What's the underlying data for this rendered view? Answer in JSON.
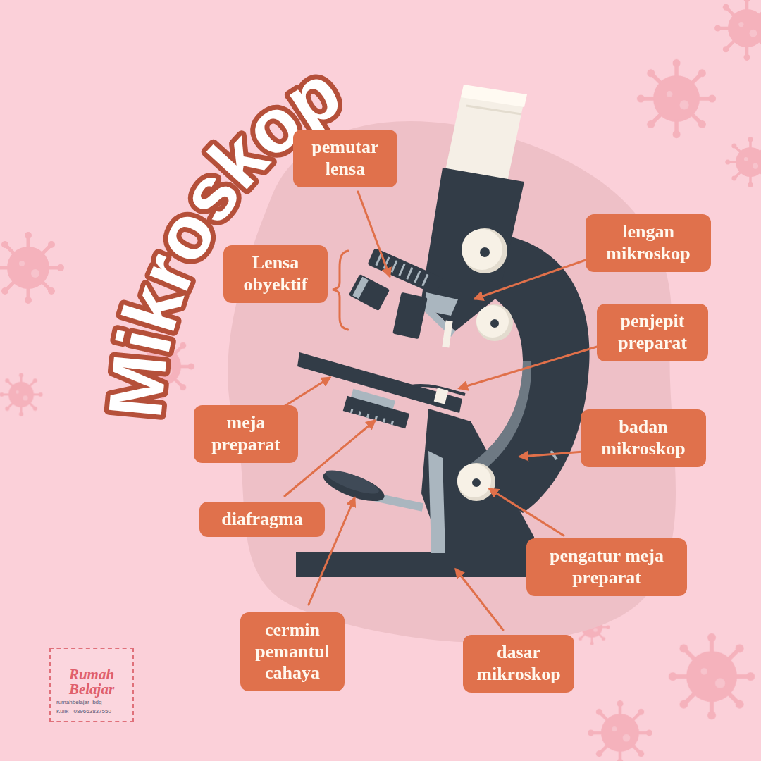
{
  "diagram": {
    "title": "Mikroskop",
    "nodes": [
      {
        "text": [
          "pemutar lensa"
        ]
      },
      {
        "text": [
          "Lensa obyektif"
        ]
      },
      {
        "text": [
          "lengan mikroskop"
        ]
      },
      {
        "text": [
          "penjepit preparat"
        ]
      },
      {
        "text": [
          "meja preparat"
        ]
      },
      {
        "text": [
          "badan mikroskop"
        ]
      },
      {
        "text": [
          "diafragma"
        ]
      },
      {
        "text": [
          "pengatur meja preparat"
        ]
      },
      {
        "text": [
          "cermin pemantul cahaya"
        ]
      },
      {
        "text": [
          "dasar mikroskop"
        ]
      },
      {
        "text": [
          "Rumah Belajar",
          "rumahbelajar_bdg",
          "Kulik - 089663837550"
        ]
      }
    ]
  }
}
